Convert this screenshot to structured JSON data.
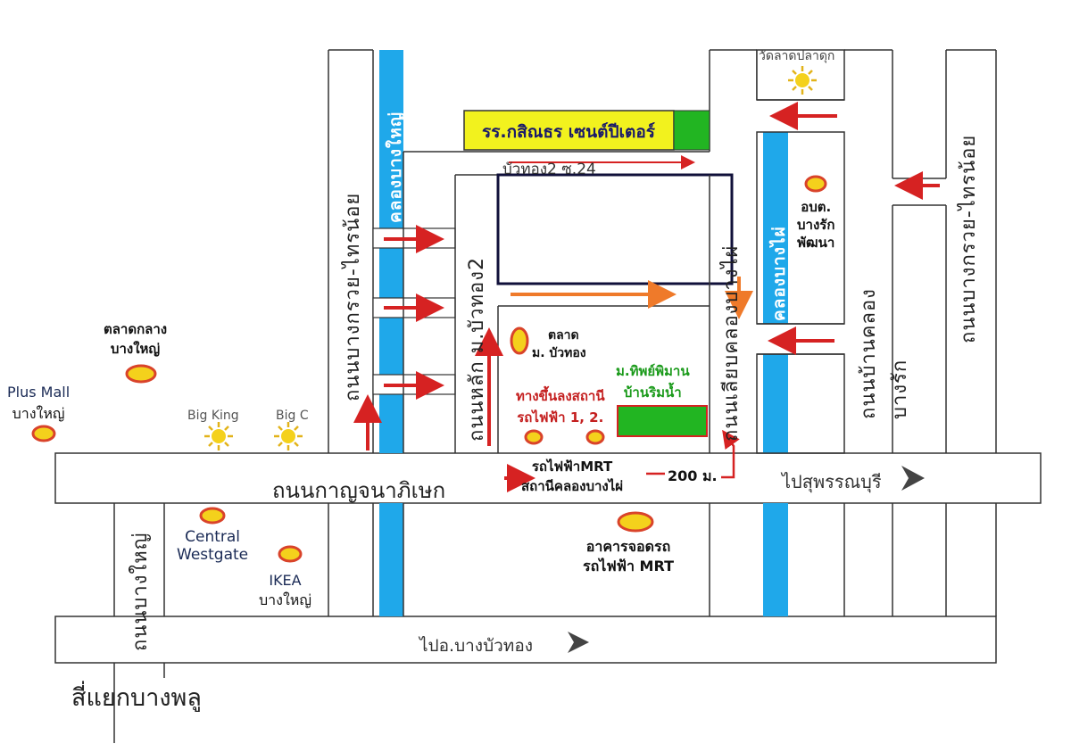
{
  "roads": {
    "kanchanaphisek": "ถนนกาญจนาภิเษก",
    "bang_kruai_sai_noi": "ถนนบางกรวย-ไทรน้อย",
    "bang_kruai_sai_noi_2": "ถนนบางกรวย-ไทรน้อย",
    "soi_bua_thong_2": "ถนนหลัก ม.บัวทอง2",
    "khlong_bang_phai_road": "ถนนเลียบคลองบางไผ่",
    "ban_bang_rak_road": "ถนนบ้านคลองบางรัก",
    "bang_yai_road": "ถนนบางใหญ่",
    "bua_thong_soi": "บัวทอง2 ซ.24",
    "to_suphanburi": "ไปสุพรรณบุรี",
    "to_bang_bua_thong": "ไปอ.บางบัวทอง",
    "intersection": "สี่แยกบางพลู"
  },
  "canals": {
    "left": "คลองบางใหญ่",
    "right": "คลองบางไผ่"
  },
  "places": {
    "school": "รร.กสิณธร เซนต์ปีเตอร์",
    "temple": "วัดลาดปลาดุก",
    "obt_line1": "อบต.",
    "obt_line2": "บางรัก",
    "obt_line3": "พัฒนา",
    "market_line1": "ตลาด",
    "market_line2": "ม. บัวทอง",
    "project_line1": "ม.ทิพย์พิมาน",
    "project_line2": "บ้านริมน้ำ",
    "station_entry_line1": "ทางขึ้นลงสถานี",
    "station_entry_line2": "รถไฟฟ้า 1, 2.",
    "mrt_line1": "รถไฟฟ้าMRT",
    "mrt_line2": "สถานีคลองบางไผ่",
    "distance": "200 ม.",
    "parking_line1": "อาคารจอดรถ",
    "parking_line2": "รถไฟฟ้า MRT",
    "central_line1": "Central",
    "central_line2": "Westgate",
    "ikea_line1": "IKEA",
    "ikea_line2": "บางใหญ่",
    "plusmall_line1": "Plus Mall",
    "plusmall_line2": "บางใหญ่",
    "market_bangyai_line1": "ตลาดกลาง",
    "market_bangyai_line2": "บางใหญ่",
    "bigking": "Big King",
    "bigc": "Big C"
  },
  "colors": {
    "canal": "#1fa8ea",
    "arrow_red": "#d62222",
    "arrow_orange": "#ef7a2a",
    "marker_fill": "#f4d11c",
    "marker_ring": "#d9432a",
    "school_bg": "#f2f21e",
    "project_green": "#22b522",
    "project_text": "#1a9a1a"
  }
}
